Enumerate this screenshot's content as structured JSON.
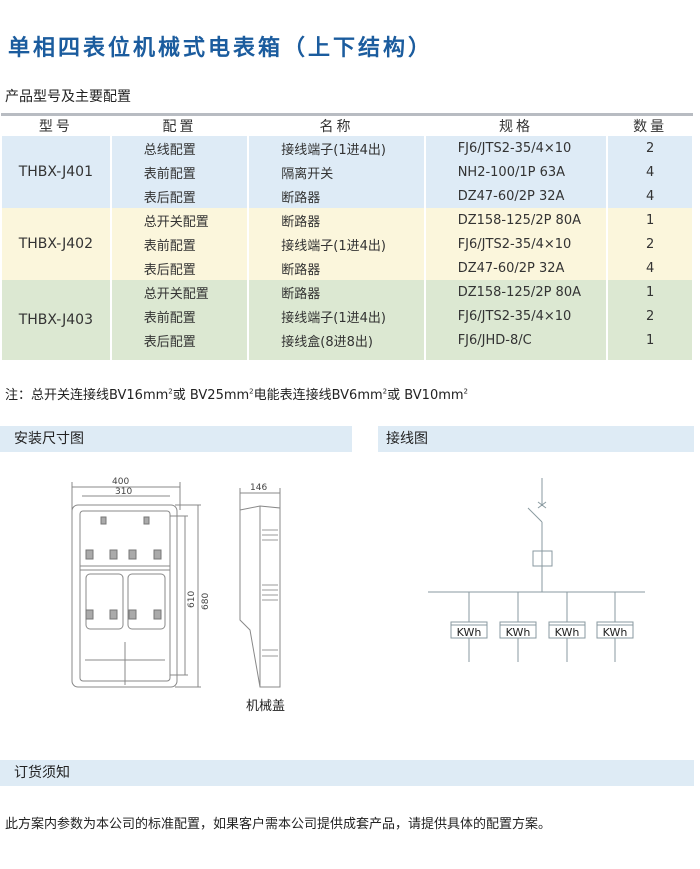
{
  "title": "单相四表位机械式电表箱（上下结构）",
  "subtitle": "产品型号及主要配置",
  "table": {
    "headers": [
      "型号",
      "配置",
      "名称",
      "规格",
      "数量"
    ],
    "groups": [
      {
        "model": "THBX-J401",
        "rows": [
          {
            "config": "总线配置",
            "name": "接线端子(1进4出)",
            "spec": "FJ6/JTS2-35/4×10",
            "qty": "2"
          },
          {
            "config": "表前配置",
            "name": "隔离开关",
            "spec": "NH2-100/1P 63A",
            "qty": "4"
          },
          {
            "config": "表后配置",
            "name": "断路器",
            "spec": "DZ47-60/2P 32A",
            "qty": "4"
          }
        ]
      },
      {
        "model": "THBX-J402",
        "rows": [
          {
            "config": "总开关配置",
            "name": "断路器",
            "spec": "DZ158-125/2P 80A",
            "qty": "1"
          },
          {
            "config": "表前配置",
            "name": "接线端子(1进4出)",
            "spec": "FJ6/JTS2-35/4×10",
            "qty": "2"
          },
          {
            "config": "表后配置",
            "name": "断路器",
            "spec": "DZ47-60/2P 32A",
            "qty": "4"
          }
        ]
      },
      {
        "model": "THBX-J403",
        "rows": [
          {
            "config": "总开关配置",
            "name": "断路器",
            "spec": "DZ158-125/2P 80A",
            "qty": "1"
          },
          {
            "config": "表前配置",
            "name": "接线端子(1进4出)",
            "spec": "FJ6/JTS2-35/4×10",
            "qty": "2"
          },
          {
            "config": "表后配置",
            "name": "接线盒(8进8出)",
            "spec": "FJ6/JHD-8/C",
            "qty": "1"
          }
        ]
      }
    ]
  },
  "note": {
    "prefix": "注：总开关连接线BV16mm",
    "p2": "或 BV25mm",
    "p3": "电能表连接线BV6mm",
    "p4": "或 BV10mm",
    "sup": "2"
  },
  "sections": {
    "install": "安装尺寸图",
    "wiring": "接线图",
    "order": "订货须知"
  },
  "drawing": {
    "dim_width_outer": "400",
    "dim_width_inner": "310",
    "dim_height_inner": "610",
    "dim_height_outer": "680",
    "dim_depth": "146",
    "caption": "机械盖"
  },
  "wiring": {
    "meter_label": "KWh"
  },
  "footer": "此方案内参数为本公司的标准配置，如果客户需本公司提供成套产品，请提供具体的配置方案。",
  "colors": {
    "title": "#1b5c9e",
    "group1": "#deebf6",
    "group2": "#fbf6dc",
    "group3": "#dce8d2",
    "section_bar": "#deebf5"
  }
}
